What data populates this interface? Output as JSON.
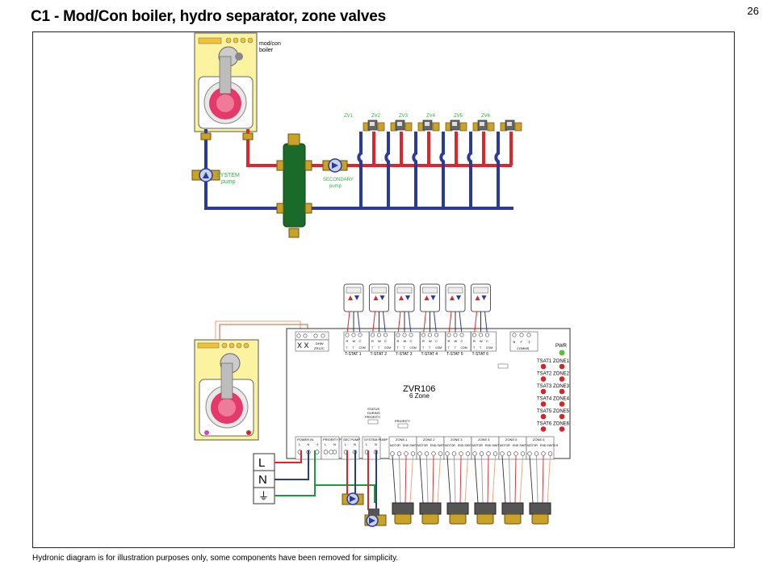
{
  "page": {
    "title": "C1 - Mod/Con boiler, hydro separator, zone valves",
    "page_number": "26",
    "footer": "Hydronic diagram is for illustration purposes only, some components have been removed for simplicity."
  },
  "piping": {
    "boiler_label": "mod/con boiler",
    "boiler_label_line1": "mod/con",
    "boiler_label_line2": "boiler",
    "system_pump_line1": "SYSTEM",
    "system_pump_line2": "pump",
    "secondary_pump_line1": "SECONDARY",
    "secondary_pump_line2": "pump",
    "zone_valves": [
      "ZV1",
      "ZV2",
      "ZV3",
      "ZV4",
      "ZV5",
      "ZV6"
    ]
  },
  "controller": {
    "model": "ZVR106",
    "subtitle": "6 Zone",
    "dhw_label": "DHW",
    "zr_label": "ZR12C",
    "xx_label": "X X",
    "tstat_terminals": [
      "R",
      "W",
      "C"
    ],
    "tstat_terminals_lower": [
      "T",
      "T",
      "COM"
    ],
    "tstats": [
      "T-STAT 1",
      "T-STAT 2",
      "T-STAT 3",
      "T-STAT 4",
      "T-STAT 5",
      "T-STAT 6"
    ],
    "comms_label": "COMMS",
    "comms_terminals": [
      "B",
      "F",
      "⏚"
    ],
    "pwr_label": "PWR",
    "tsat_labels": [
      "TSAT1",
      "TSAT2",
      "TSAT3",
      "TSAT4",
      "TSAT5",
      "TSAT6"
    ],
    "zone_labels": [
      "ZONE1",
      "ZONE2",
      "ZONE3",
      "ZONE4",
      "ZONE5",
      "ZONE6"
    ],
    "status_during_priority": "STATUS DURING PRIORITY",
    "priority_label": "PRIORITY",
    "power_in": "POWER IN",
    "power_terms": [
      "L",
      "N",
      "⏚"
    ],
    "priority_pump": "PRIORITY PUMP",
    "sec_pump": "SEC PUMP",
    "system_pump": "SYSTEM PUMP",
    "pump_terms": [
      "L",
      "N"
    ],
    "zone_blocks": [
      "ZONE 1",
      "ZONE 2",
      "ZONE 3",
      "ZONE 4",
      "ZONE 5",
      "ZONE 6"
    ],
    "zone_sub": [
      "MOTOR",
      "END SWITCH"
    ]
  },
  "supply": {
    "line": "L",
    "neutral": "N",
    "ground": "⏚"
  },
  "colors": {
    "hot": "#e32229",
    "cold": "#2a3b9c",
    "ground": "#1c9a3e",
    "separator": "#1a6b2a",
    "boiler_body": "#fbf3a0",
    "boiler_trim": "#c9a227",
    "led_red": "#d4252b",
    "led_green": "#5cbf3a",
    "label_green": "#3caa4a"
  }
}
